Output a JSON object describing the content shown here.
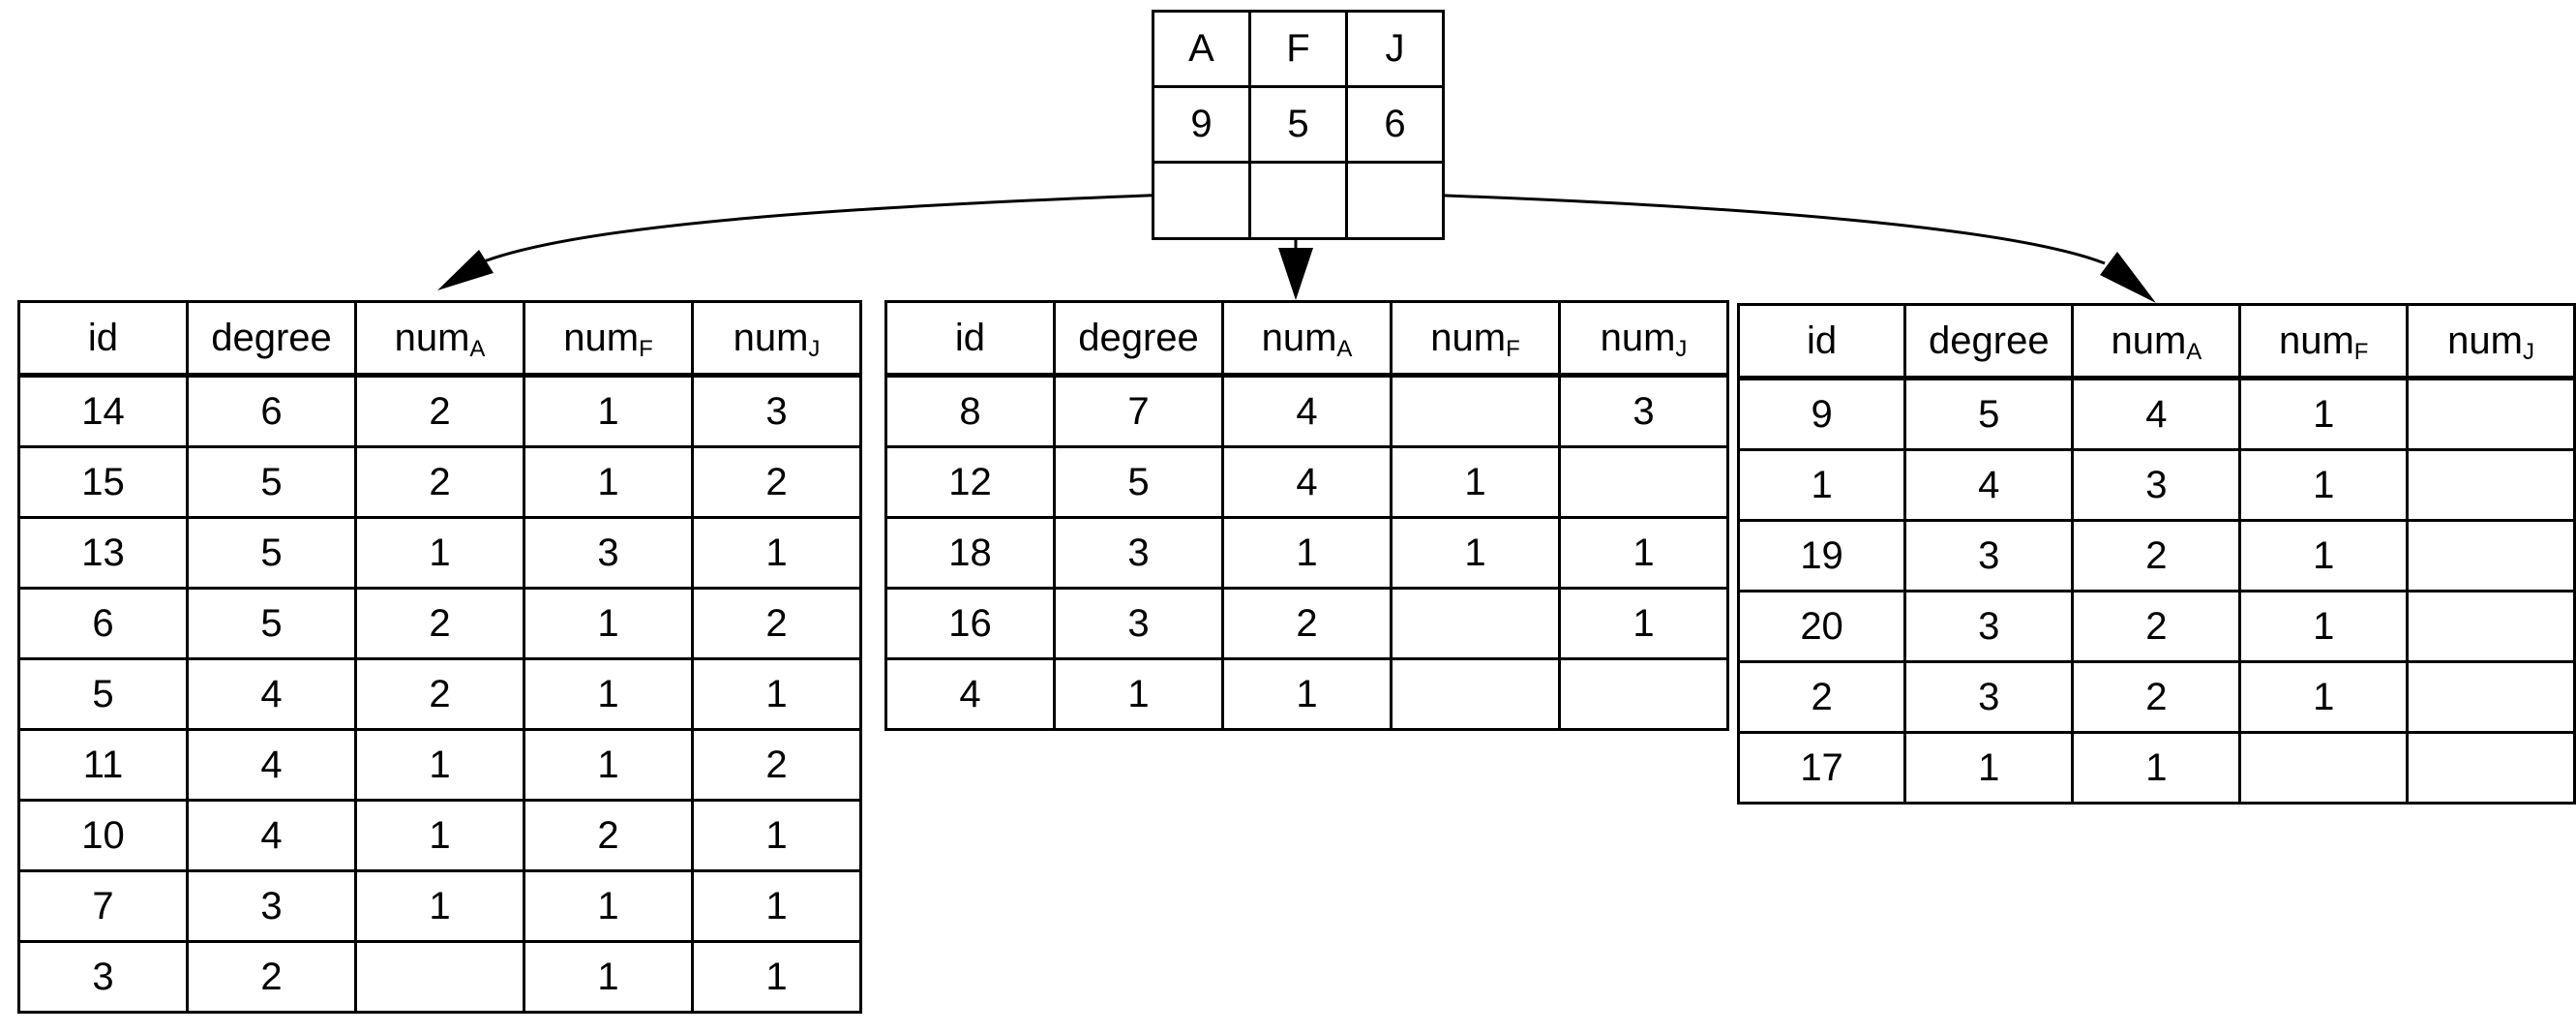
{
  "root": {
    "labels": [
      "A",
      "F",
      "J"
    ],
    "values": [
      "9",
      "5",
      "6"
    ]
  },
  "columns": {
    "id": "id",
    "degree": "degree",
    "num_prefix": "num",
    "sub_a": "A",
    "sub_f": "F",
    "sub_j": "J"
  },
  "left_table": {
    "rows": [
      [
        "14",
        "6",
        "2",
        "1",
        "3"
      ],
      [
        "15",
        "5",
        "2",
        "1",
        "2"
      ],
      [
        "13",
        "5",
        "1",
        "3",
        "1"
      ],
      [
        "6",
        "5",
        "2",
        "1",
        "2"
      ],
      [
        "5",
        "4",
        "2",
        "1",
        "1"
      ],
      [
        "11",
        "4",
        "1",
        "1",
        "2"
      ],
      [
        "10",
        "4",
        "1",
        "2",
        "1"
      ],
      [
        "7",
        "3",
        "1",
        "1",
        "1"
      ],
      [
        "3",
        "2",
        "",
        "1",
        "1"
      ]
    ]
  },
  "middle_table": {
    "rows": [
      [
        "8",
        "7",
        "4",
        "",
        "3"
      ],
      [
        "12",
        "5",
        "4",
        "1",
        ""
      ],
      [
        "18",
        "3",
        "1",
        "1",
        "1"
      ],
      [
        "16",
        "3",
        "2",
        "",
        "1"
      ],
      [
        "4",
        "1",
        "1",
        "",
        ""
      ]
    ]
  },
  "right_table": {
    "rows": [
      [
        "9",
        "5",
        "4",
        "1",
        ""
      ],
      [
        "1",
        "4",
        "3",
        "1",
        ""
      ],
      [
        "19",
        "3",
        "2",
        "1",
        ""
      ],
      [
        "20",
        "3",
        "2",
        "1",
        ""
      ],
      [
        "2",
        "3",
        "2",
        "1",
        ""
      ],
      [
        "17",
        "1",
        "1",
        "",
        ""
      ]
    ]
  }
}
